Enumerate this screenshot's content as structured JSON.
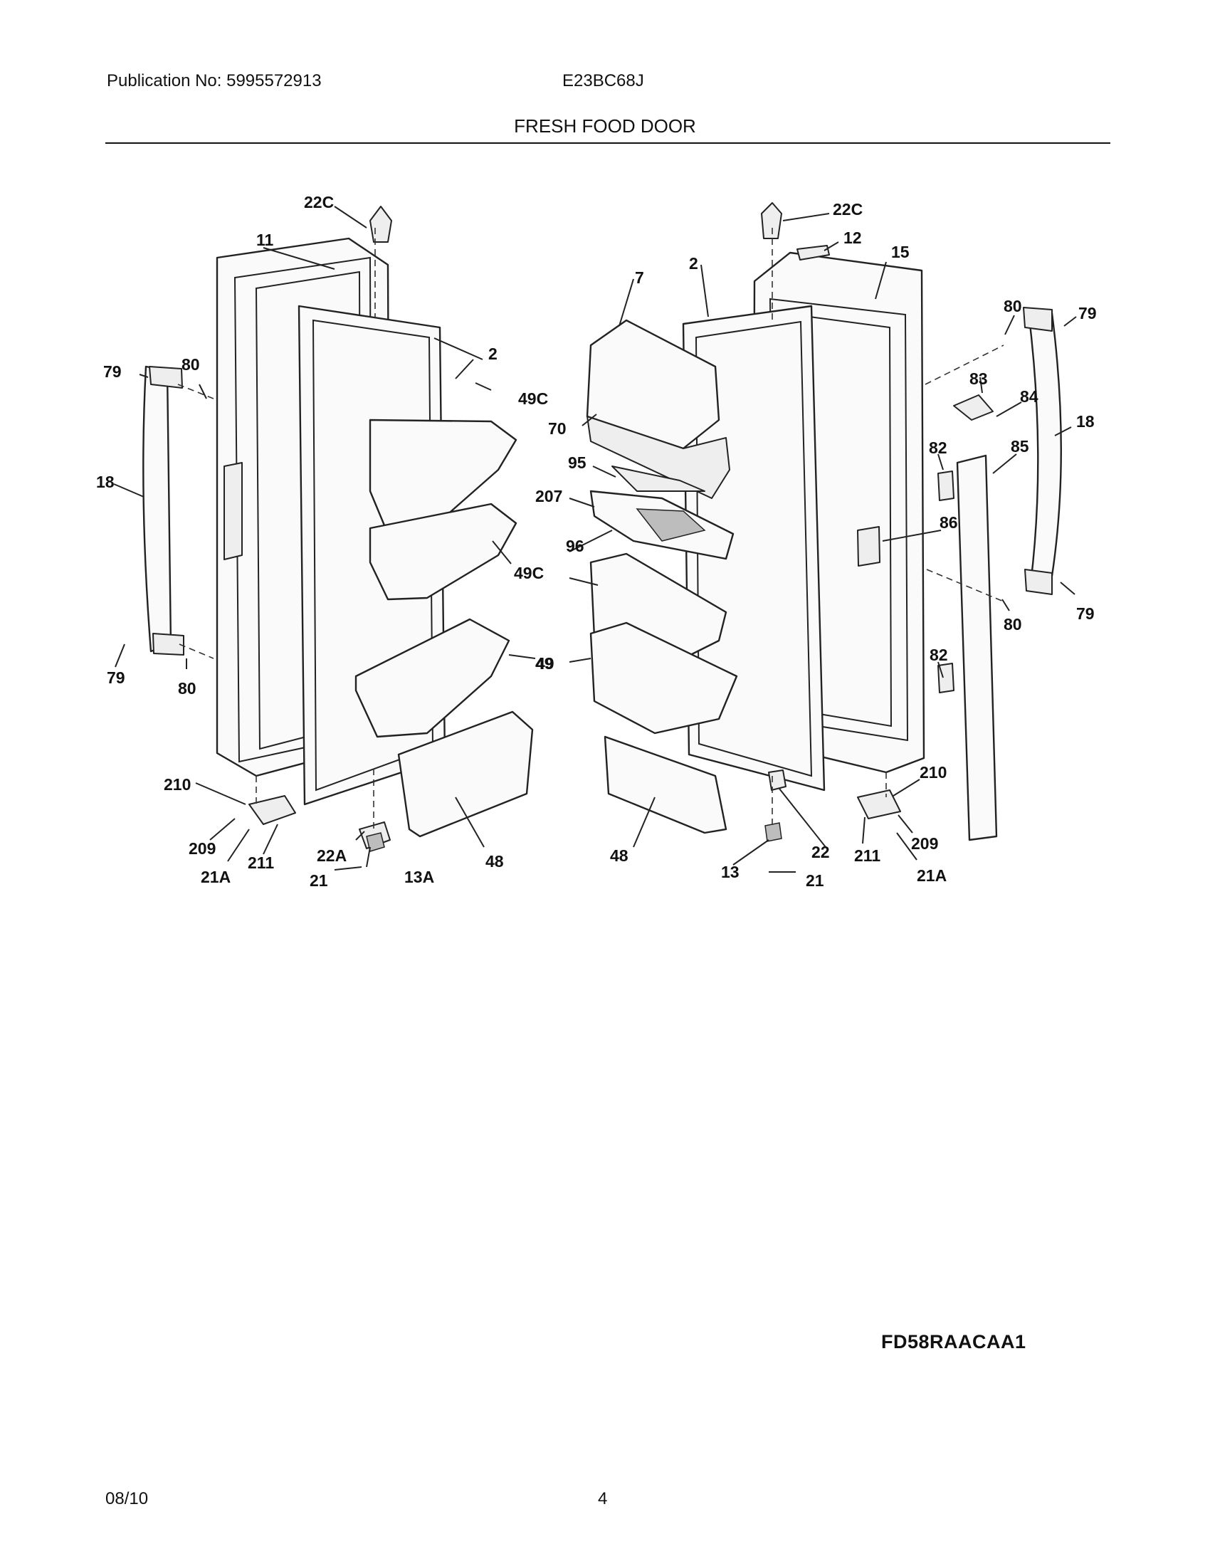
{
  "header": {
    "publication": "Publication No: 5995572913",
    "model": "E23BC68J",
    "title": "FRESH FOOD DOOR"
  },
  "diagram": {
    "callouts": [
      "22C",
      "11",
      "79",
      "80",
      "18",
      "79",
      "80",
      "2",
      "49C",
      "49C",
      "49",
      "210",
      "209",
      "21A",
      "211",
      "22A",
      "21",
      "13A",
      "48",
      "22C",
      "12",
      "15",
      "2",
      "7",
      "70",
      "95",
      "207",
      "96",
      "49",
      "48",
      "22",
      "13",
      "21",
      "80",
      "79",
      "83",
      "84",
      "18",
      "82",
      "85",
      "86",
      "80",
      "79",
      "82",
      "210",
      "211",
      "209",
      "21A"
    ]
  },
  "figure_id": "FD58RAACAA1",
  "footer": {
    "date": "08/10",
    "page": "4"
  }
}
